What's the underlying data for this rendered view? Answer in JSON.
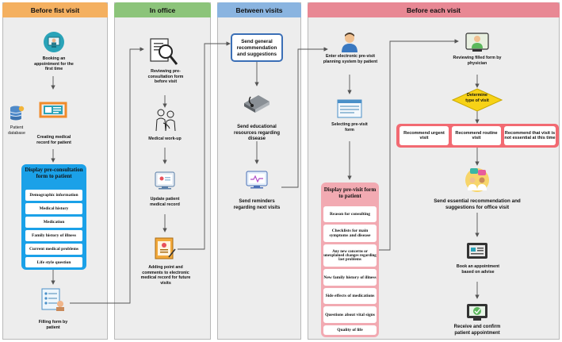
{
  "lanes": [
    {
      "title": "Before fist visit",
      "color": "#f4b060"
    },
    {
      "title": "In office",
      "color": "#8cc47a"
    },
    {
      "title": "Between visits",
      "color": "#8ab4e0"
    },
    {
      "title": "Before each visit",
      "color": "#e88894"
    }
  ],
  "before_first": {
    "booking": "Booking an appointment for the first time",
    "patient_database": "Patient database",
    "creating_record": "Creating medical record for patient",
    "display_title": "Display pre-consultation form to patient",
    "items": [
      "Demographic information",
      "Medical history",
      "Medication",
      "Family history of illness",
      "Current medical problems",
      "Life style question"
    ],
    "filling_form": "Filling form by patient"
  },
  "in_office": {
    "reviewing": "Reviewing pre-consultation form before visit",
    "workup": "Medical work-up",
    "update_record": "Update patient medical record",
    "adding_point": "Adding point and comments to electronic medical record for future visits"
  },
  "between_visits": {
    "send_general": "Send general recommendation and suggestions",
    "send_educational": "Send educational resources regarding disease",
    "send_reminders": "Send reminders regarding next visits"
  },
  "before_each": {
    "enter_system": "Enter electronic pre-visit planning system by patient",
    "selecting_form": "Selecting pre-visit form",
    "display_title": "Display pre-visit form to patient",
    "items": [
      "Reason for consulting",
      "Checklists for main symptoms and disease",
      "Any new concerns or unexplained changes regarding last problems",
      "New family history of illness",
      "Side effects of medications",
      "Questions about vital signs",
      "Quality of life"
    ],
    "reviewing_filled": "Reviewing filled form by physician",
    "determine": "Determine type of visit",
    "options": [
      "Recommend urgent visit",
      "Recommend routine visit",
      "Recommend that visit is not essential at this time"
    ],
    "send_essential": "Send essential recommendation and suggestions for office visit",
    "book_advise": "Book an appointment based on advise",
    "receive_confirm": "Receive and confirm patient appointment"
  },
  "colors": {
    "lane_bg": "#ededed",
    "panel_blue": "#1ba1e8",
    "panel_pink": "#f2aab2",
    "diamond": "#f7d216",
    "option_border": "#e8505b",
    "arrow": "#555555"
  }
}
